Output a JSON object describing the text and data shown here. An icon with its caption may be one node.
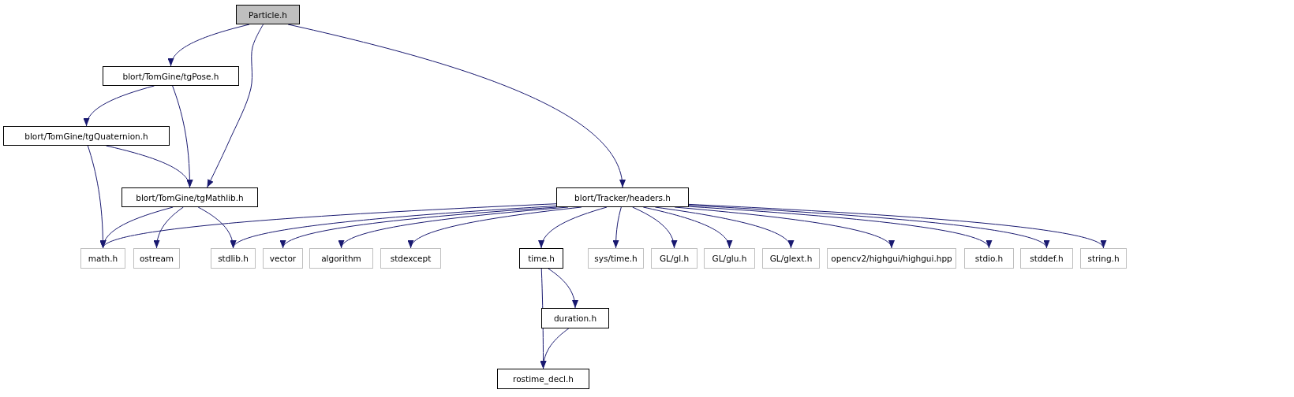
{
  "diagram": {
    "nodes": [
      {
        "text": [
          "Particle.h"
        ]
      },
      {
        "text": [
          "blort/TomGine/tgPose.h"
        ]
      },
      {
        "text": [
          "blort/TomGine/tgQuaternion.h"
        ]
      },
      {
        "text": [
          "blort/TomGine/tgMathlib.h"
        ]
      },
      {
        "text": [
          "blort/Tracker/headers.h"
        ]
      },
      {
        "text": [
          "math.h"
        ]
      },
      {
        "text": [
          "ostream"
        ]
      },
      {
        "text": [
          "stdlib.h"
        ]
      },
      {
        "text": [
          "vector"
        ]
      },
      {
        "text": [
          "algorithm"
        ]
      },
      {
        "text": [
          "stdexcept"
        ]
      },
      {
        "text": [
          "time.h"
        ]
      },
      {
        "text": [
          "sys/time.h"
        ]
      },
      {
        "text": [
          "GL/gl.h"
        ]
      },
      {
        "text": [
          "GL/glu.h"
        ]
      },
      {
        "text": [
          "GL/glext.h"
        ]
      },
      {
        "text": [
          "opencv2/highgui/highgui.hpp"
        ]
      },
      {
        "text": [
          "stdio.h"
        ]
      },
      {
        "text": [
          "stddef.h"
        ]
      },
      {
        "text": [
          "string.h"
        ]
      },
      {
        "text": [
          "duration.h"
        ]
      },
      {
        "text": [
          "rostime_decl.h"
        ]
      }
    ],
    "edges": [
      {
        "from": 0,
        "to": 1,
        "arrow": "to"
      },
      {
        "from": 0,
        "to": 3,
        "arrow": "to"
      },
      {
        "from": 0,
        "to": 4,
        "arrow": "to"
      },
      {
        "from": 1,
        "to": 2,
        "arrow": "to"
      },
      {
        "from": 1,
        "to": 3,
        "arrow": "to"
      },
      {
        "from": 2,
        "to": 5,
        "arrow": "to"
      },
      {
        "from": 2,
        "to": 3,
        "arrow": "to"
      },
      {
        "from": 3,
        "to": 5,
        "arrow": "to"
      },
      {
        "from": 3,
        "to": 6,
        "arrow": "to"
      },
      {
        "from": 3,
        "to": 7,
        "arrow": "to"
      },
      {
        "from": 4,
        "to": 5,
        "arrow": "to"
      },
      {
        "from": 4,
        "to": 7,
        "arrow": "to"
      },
      {
        "from": 4,
        "to": 8,
        "arrow": "to"
      },
      {
        "from": 4,
        "to": 9,
        "arrow": "to"
      },
      {
        "from": 4,
        "to": 10,
        "arrow": "to"
      },
      {
        "from": 4,
        "to": 11,
        "arrow": "to"
      },
      {
        "from": 4,
        "to": 12,
        "arrow": "to"
      },
      {
        "from": 4,
        "to": 13,
        "arrow": "to"
      },
      {
        "from": 4,
        "to": 14,
        "arrow": "to"
      },
      {
        "from": 4,
        "to": 15,
        "arrow": "to"
      },
      {
        "from": 4,
        "to": 16,
        "arrow": "to"
      },
      {
        "from": 4,
        "to": 17,
        "arrow": "to"
      },
      {
        "from": 4,
        "to": 18,
        "arrow": "to"
      },
      {
        "from": 4,
        "to": 19,
        "arrow": "to"
      },
      {
        "from": 11,
        "to": 20,
        "arrow": "to"
      },
      {
        "from": 11,
        "to": 21,
        "arrow": "to"
      },
      {
        "from": 20,
        "to": 21,
        "arrow": "to"
      }
    ]
  }
}
